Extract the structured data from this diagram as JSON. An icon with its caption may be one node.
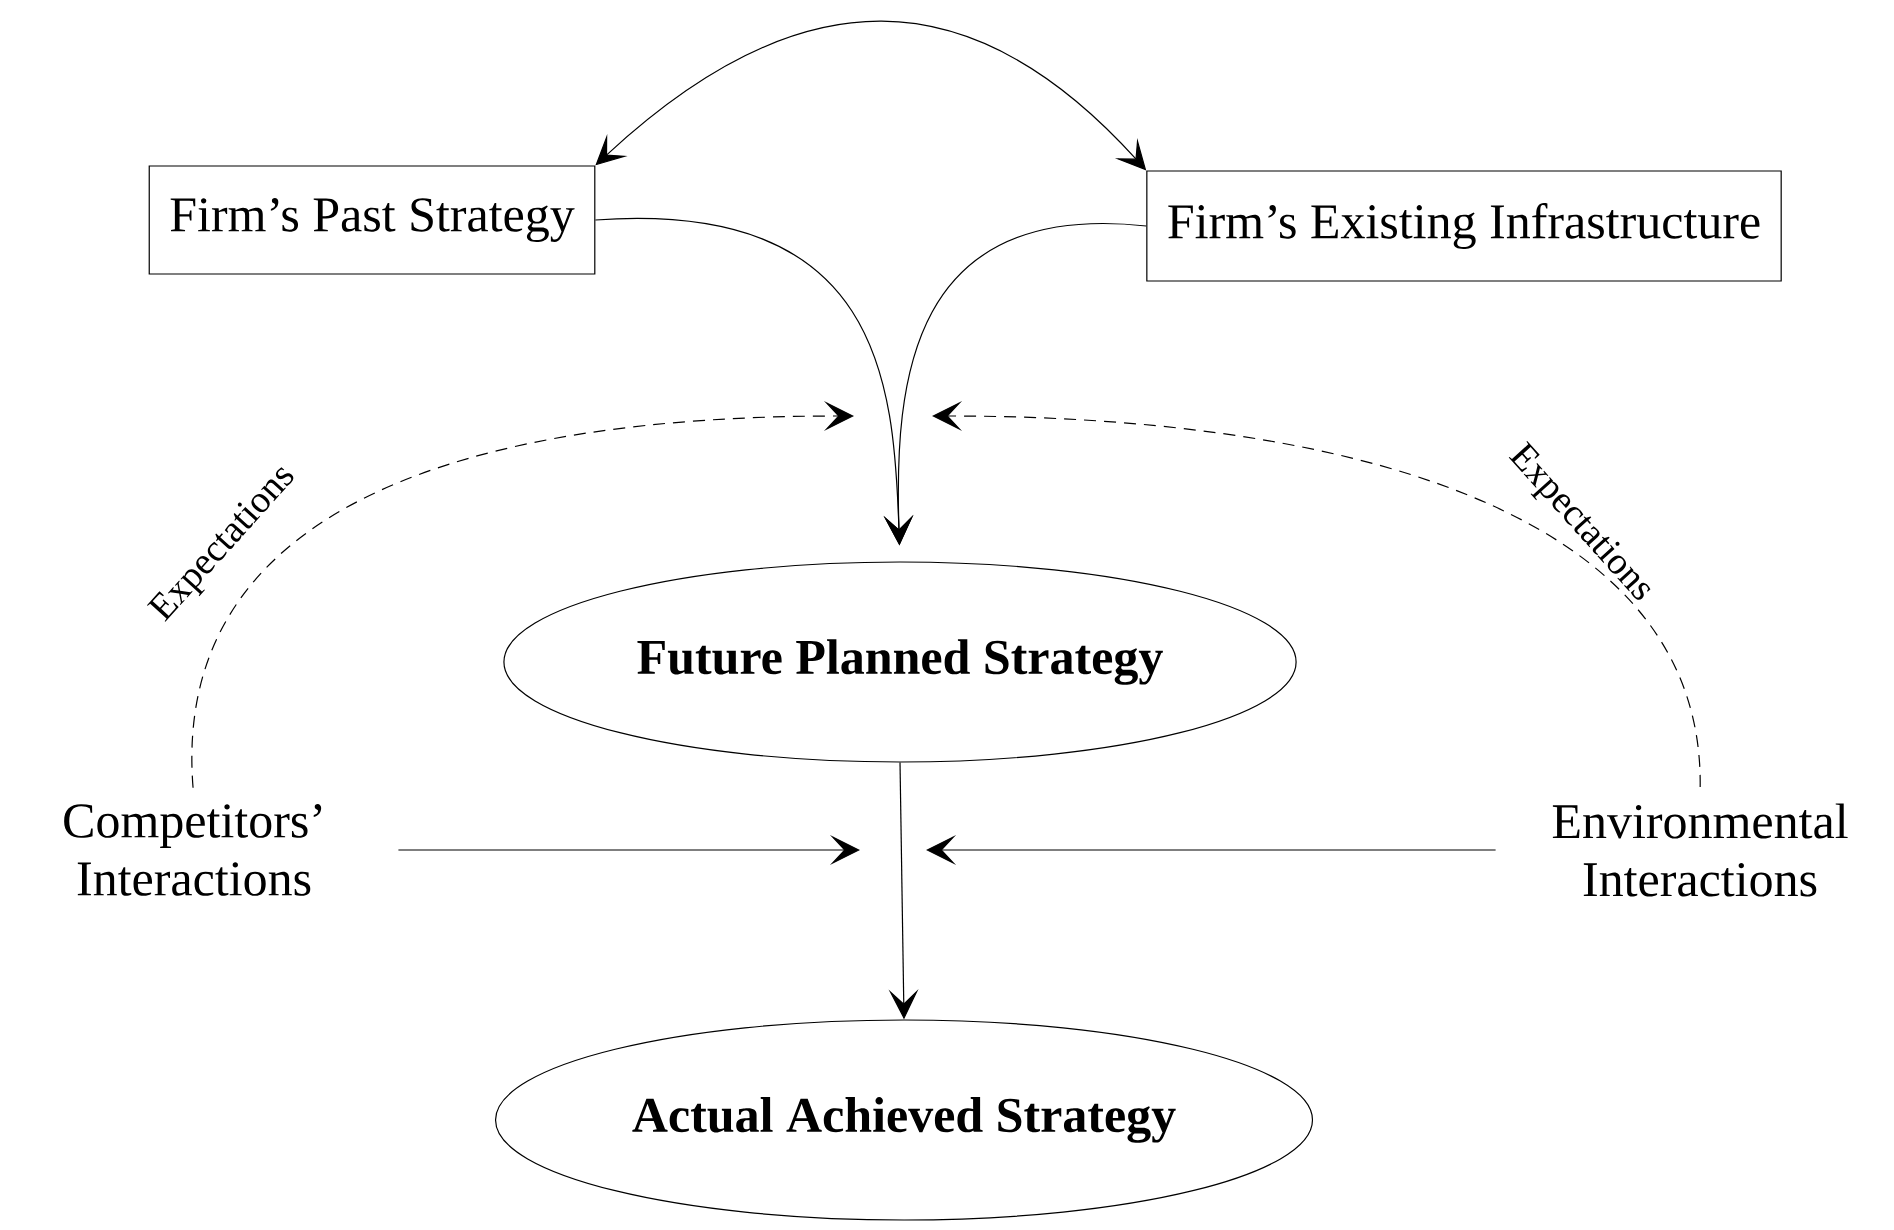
{
  "diagram": {
    "nodes": [
      {
        "text": [
          "Firm’s Past Strategy"
        ]
      },
      {
        "text": [
          "Firm’s Existing Infrastructure"
        ]
      },
      {
        "text": [
          "Future Planned Strategy"
        ]
      },
      {
        "text": [
          "Competitors’ Interactions"
        ]
      },
      {
        "text": [
          "Environmental Interactions"
        ]
      },
      {
        "text": [
          "Actual Achieved Strategy"
        ]
      }
    ],
    "edges": [
      {
        "from": 0,
        "to": 1,
        "arrow": "both"
      },
      {
        "from": 0,
        "to": 2,
        "arrow": "to"
      },
      {
        "from": 1,
        "to": 2,
        "arrow": "to"
      },
      {
        "from": 3,
        "to": null,
        "arrow": "to",
        "label": "Expectations",
        "style": "dashed"
      },
      {
        "from": 4,
        "to": null,
        "arrow": "to",
        "label": "Expectations",
        "style": "dashed"
      },
      {
        "from": 3,
        "to": null,
        "arrow": "to"
      },
      {
        "from": 4,
        "to": null,
        "arrow": "to"
      },
      {
        "from": 2,
        "to": 5,
        "arrow": "to"
      }
    ]
  }
}
